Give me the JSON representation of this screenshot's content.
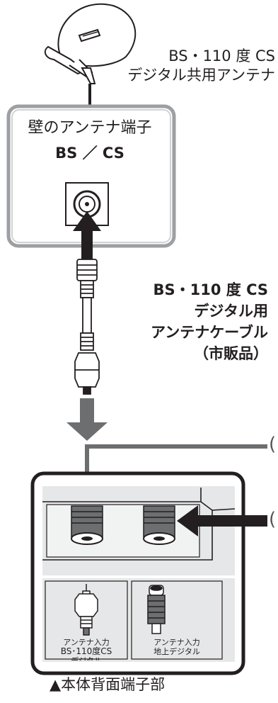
{
  "antenna": {
    "label_line1": "BS・110 度 CS",
    "label_line2": "デジタル共用アンテナ"
  },
  "wall_terminal": {
    "title": "壁のアンテナ端子",
    "subtitle": "BS ／ CS"
  },
  "cable": {
    "line1": "BS・110 度 CS",
    "line2": "デジタル用",
    "line3": "アンテナケーブル",
    "line4": "（市販品）"
  },
  "right_markers": [
    "(",
    "("
  ],
  "ports": {
    "left_line1": "アンテナ入力",
    "left_line2": "BS･110度CS",
    "left_line3": "デジタル",
    "right_line1": "アンテナ入力",
    "right_line2": "地上デジタル"
  },
  "caption": "▲本体背面端子部",
  "colors": {
    "arrow_gray": "#6d6e70",
    "arrow_black": "#231f20",
    "panel_bg": "#e6e7e8",
    "box_border": "#9d9fa2"
  }
}
